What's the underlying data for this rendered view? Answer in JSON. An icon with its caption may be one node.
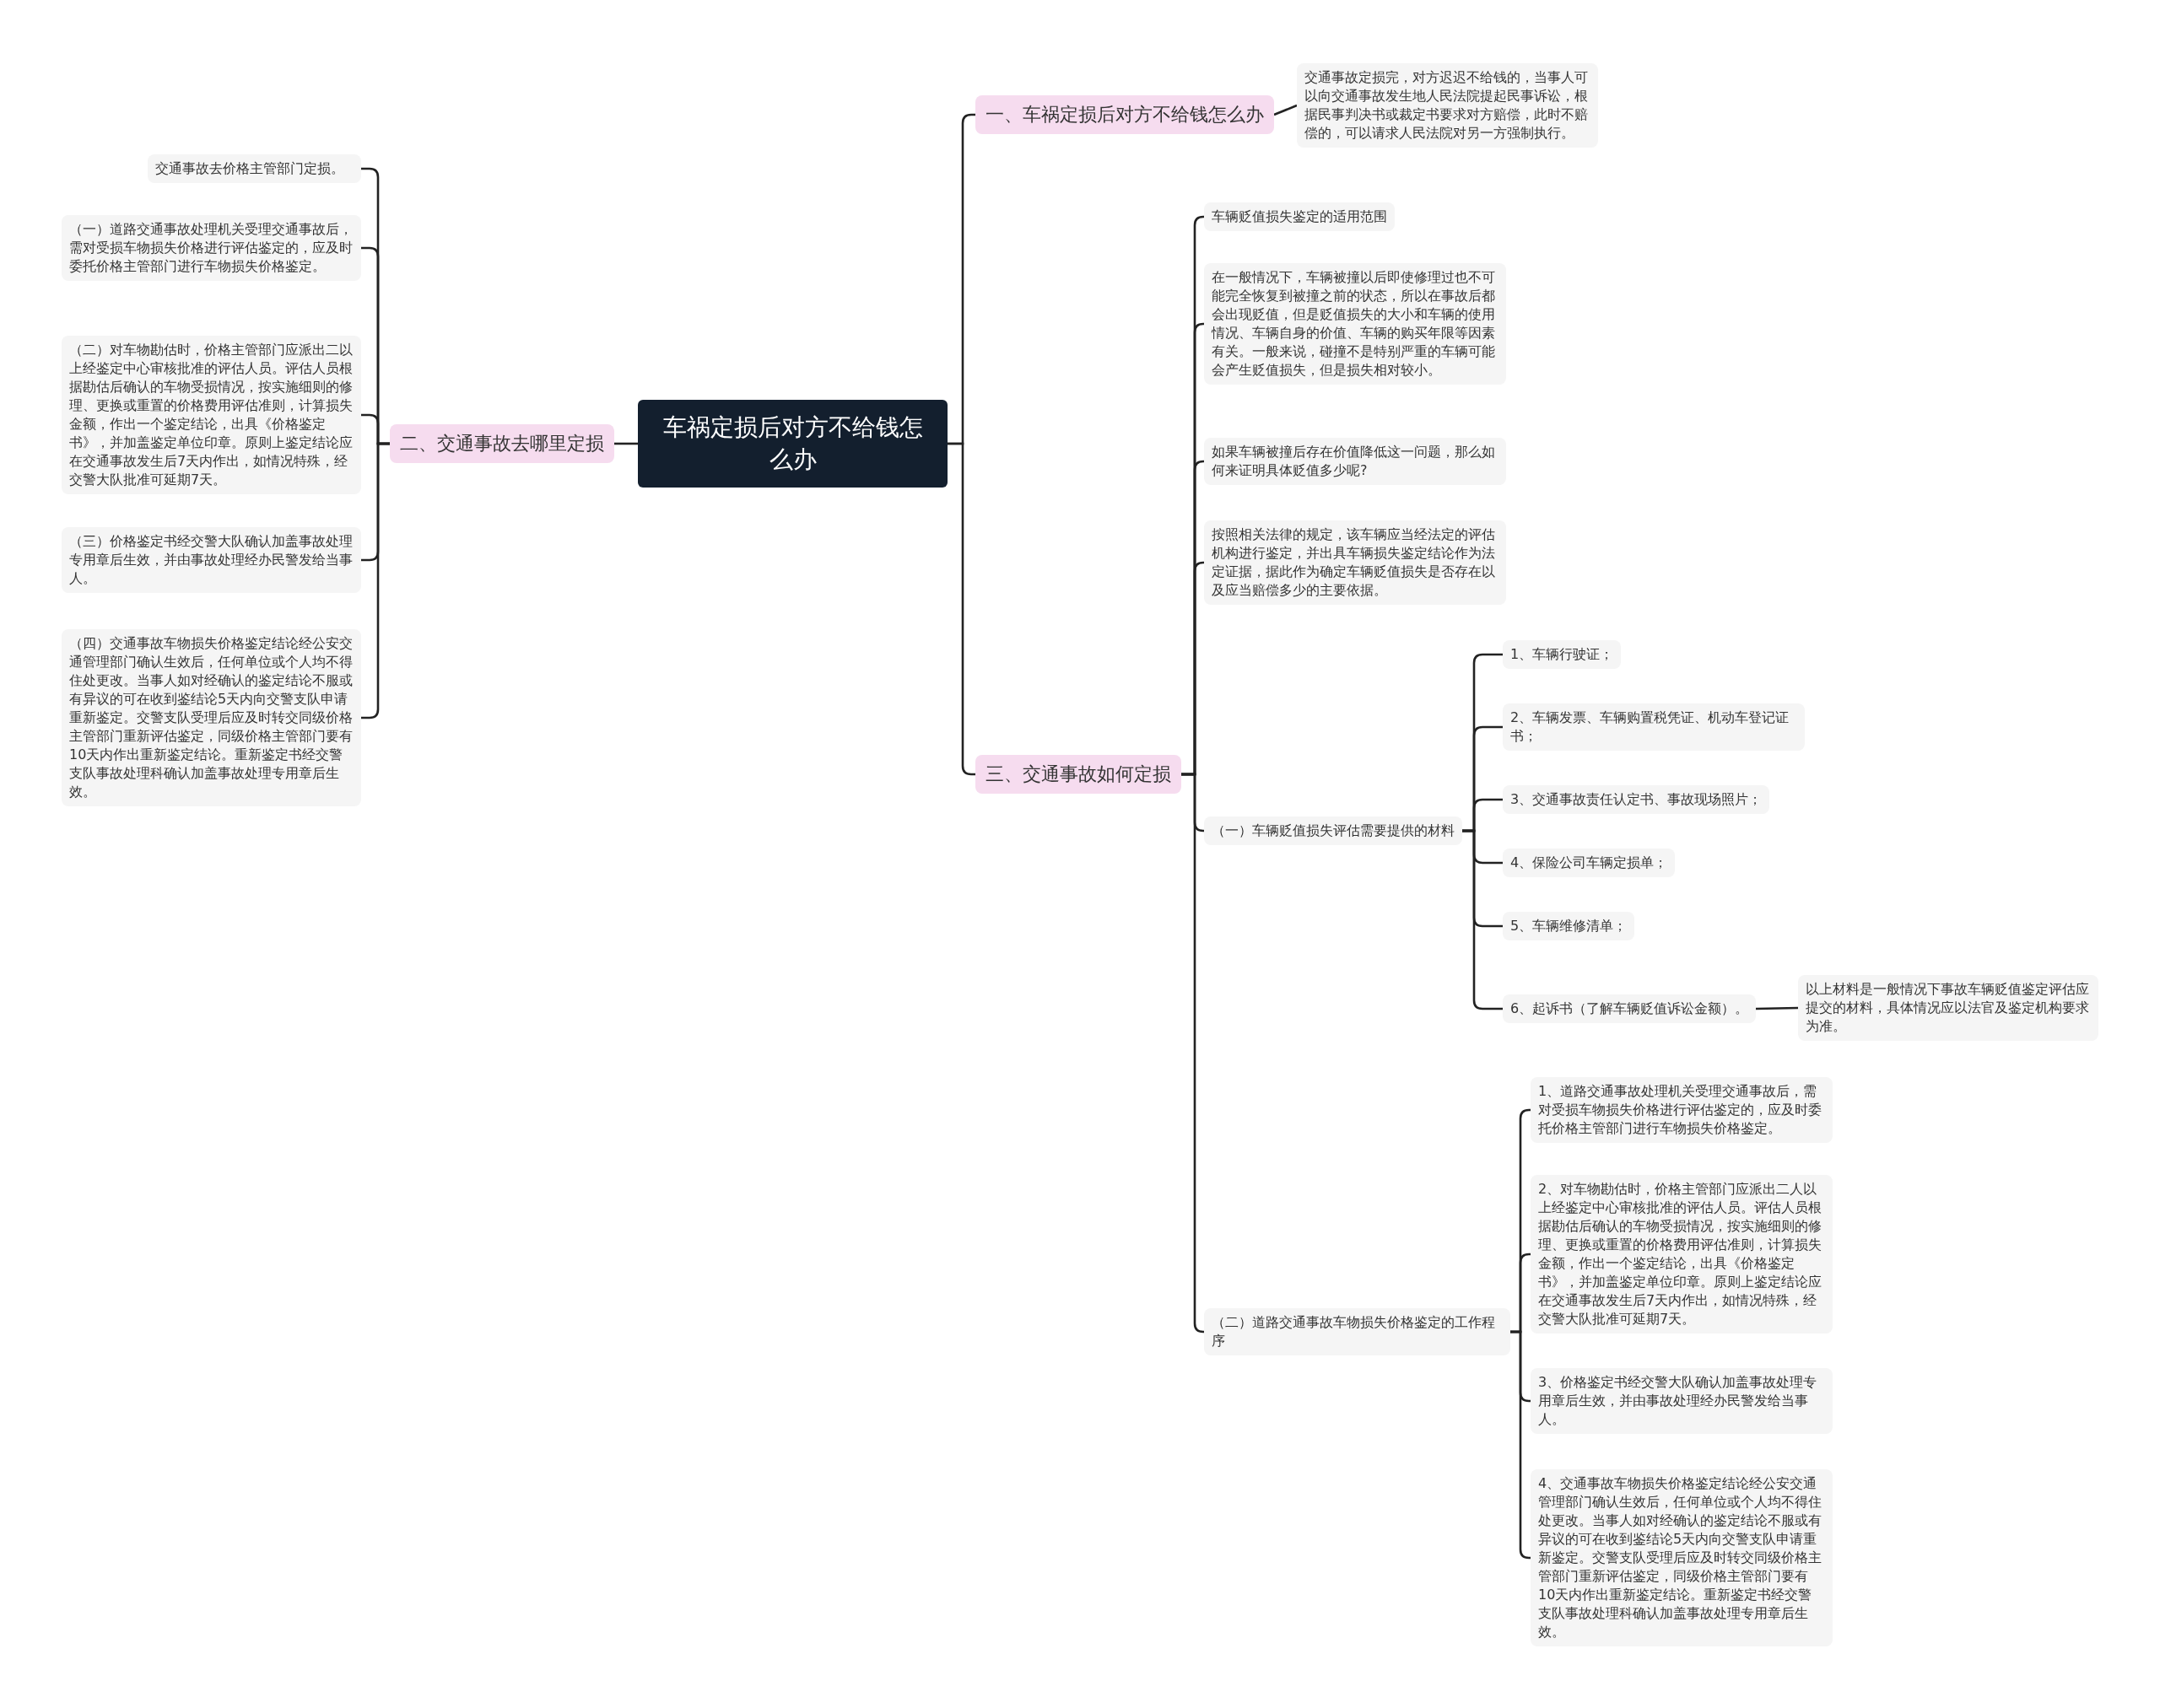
{
  "diagram": {
    "nodes": [
      {
        "text": [
          "车祸定损后对方不给钱怎么办"
        ]
      },
      {
        "text": [
          "一、车祸定损后对方不给钱怎么办"
        ]
      },
      {
        "text": [
          "交通事故定损完，对方迟迟不给钱的，当事人可以向交通事故发生地人民法院提起民事诉讼，根据民事判决书或裁定书要求对方赔偿，此时不赔偿的，可以请求人民法院对另一方强制执行。"
        ]
      },
      {
        "text": [
          "三、交通事故如何定损"
        ]
      },
      {
        "text": [
          "车辆贬值损失鉴定的适用范围"
        ]
      },
      {
        "text": [
          "在一般情况下，车辆被撞以后即使修理过也不可能完全恢复到被撞之前的状态，所以在事故后都会出现贬值，但是贬值损失的大小和车辆的使用情况、车辆自身的价值、车辆的购买年限等因素有关。一般来说，碰撞不是特别严重的车辆可能会产生贬值损失，但是损失相对较小。"
        ]
      },
      {
        "text": [
          "如果车辆被撞后存在价值降低这一问题，那么如何来证明具体贬值多少呢?"
        ]
      },
      {
        "text": [
          "按照相关法律的规定，该车辆应当经法定的评估机构进行鉴定，并出具车辆损失鉴定结论作为法定证据，据此作为确定车辆贬值损失是否存在以及应当赔偿多少的主要依据。"
        ]
      },
      {
        "text": [
          "（一）车辆贬值损失评估需要提供的材料"
        ]
      },
      {
        "text": [
          "1、车辆行驶证；"
        ]
      },
      {
        "text": [
          "2、车辆发票、车辆购置税凭证、机动车登记证书；"
        ]
      },
      {
        "text": [
          "3、交通事故责任认定书、事故现场照片；"
        ]
      },
      {
        "text": [
          "4、保险公司车辆定损单；"
        ]
      },
      {
        "text": [
          "5、车辆维修清单；"
        ]
      },
      {
        "text": [
          "6、起诉书（了解车辆贬值诉讼金额）。"
        ]
      },
      {
        "text": [
          "以上材料是一般情况下事故车辆贬值鉴定评估应提交的材料，具体情况应以法官及鉴定机构要求为准。"
        ]
      },
      {
        "text": [
          "（二）道路交通事故车物损失价格鉴定的工作程序"
        ]
      },
      {
        "text": [
          "1、道路交通事故处理机关受理交通事故后，需对受损车物损失价格进行评估鉴定的，应及时委托价格主管部门进行车物损失价格鉴定。"
        ]
      },
      {
        "text": [
          "2、对车物勘估时，价格主管部门应派出二人以上经鉴定中心审核批准的评估人员。评估人员根据勘估后确认的车物受损情况，按实施细则的修理、更换或重置的价格费用评估准则，计算损失金额，作出一个鉴定结论，出具《价格鉴定书》，并加盖鉴定单位印章。原则上鉴定结论应在交通事故发生后7天内作出，如情况特殊，经交警大队批准可延期7天。"
        ]
      },
      {
        "text": [
          "3、价格鉴定书经交警大队确认加盖事故处理专用章后生效，并由事故处理经办民警发给当事人。"
        ]
      },
      {
        "text": [
          "4、交通事故车物损失价格鉴定结论经公安交通管理部门确认生效后，任何单位或个人均不得住处更改。当事人如对经确认的鉴定结论不服或有异议的可在收到鉴结论5天内向交警支队申请重新鉴定。交警支队受理后应及时转交同级价格主管部门重新评估鉴定，同级价格主管部门要有10天内作出重新鉴定结论。重新鉴定书经交警支队事故处理科确认加盖事故处理专用章后生效。"
        ]
      },
      {
        "text": [
          "二、交通事故去哪里定损"
        ]
      },
      {
        "text": [
          "交通事故去价格主管部门定损。"
        ]
      },
      {
        "text": [
          "（一）道路交通事故处理机关受理交通事故后，需对受损车物损失价格进行评估鉴定的，应及时委托价格主管部门进行车物损失价格鉴定。"
        ]
      },
      {
        "text": [
          "（二）对车物勘估时，价格主管部门应派出二以上经鉴定中心审核批准的评估人员。评估人员根据勘估后确认的车物受损情况，按实施细则的修理、更换或重置的价格费用评估准则，计算损失金额，作出一个鉴定结论，出具《价格鉴定书》，并加盖鉴定单位印章。原则上鉴定结论应在交通事故发生后7天内作出，如情况特殊，经交警大队批准可延期7天。"
        ]
      },
      {
        "text": [
          "（三）价格鉴定书经交警大队确认加盖事故处理专用章后生效，并由事故处理经办民警发给当事人。"
        ]
      },
      {
        "text": [
          "（四）交通事故车物损失价格鉴定结论经公安交通管理部门确认生效后，任何单位或个人均不得住处更改。当事人如对经确认的鉴定结论不服或有异议的可在收到鉴结论5天内向交警支队申请重新鉴定。交警支队受理后应及时转交同级价格主管部门重新评估鉴定，同级价格主管部门要有10天内作出重新鉴定结论。重新鉴定书经交警支队事故处理科确认加盖事故处理专用章后生效。"
        ]
      }
    ],
    "edges": [
      {
        "from": 0,
        "to": 1,
        "arrow": "none"
      },
      {
        "from": 0,
        "to": 3,
        "arrow": "none"
      },
      {
        "from": 0,
        "to": 21,
        "arrow": "none"
      },
      {
        "from": 1,
        "to": 2,
        "arrow": "none"
      },
      {
        "from": 3,
        "to": 4,
        "arrow": "none"
      },
      {
        "from": 3,
        "to": 5,
        "arrow": "none"
      },
      {
        "from": 3,
        "to": 6,
        "arrow": "none"
      },
      {
        "from": 3,
        "to": 7,
        "arrow": "none"
      },
      {
        "from": 3,
        "to": 8,
        "arrow": "none"
      },
      {
        "from": 3,
        "to": 16,
        "arrow": "none"
      },
      {
        "from": 8,
        "to": 9,
        "arrow": "none"
      },
      {
        "from": 8,
        "to": 10,
        "arrow": "none"
      },
      {
        "from": 8,
        "to": 11,
        "arrow": "none"
      },
      {
        "from": 8,
        "to": 12,
        "arrow": "none"
      },
      {
        "from": 8,
        "to": 13,
        "arrow": "none"
      },
      {
        "from": 8,
        "to": 14,
        "arrow": "none"
      },
      {
        "from": 14,
        "to": 15,
        "arrow": "none"
      },
      {
        "from": 16,
        "to": 17,
        "arrow": "none"
      },
      {
        "from": 16,
        "to": 18,
        "arrow": "none"
      },
      {
        "from": 16,
        "to": 19,
        "arrow": "none"
      },
      {
        "from": 16,
        "to": 20,
        "arrow": "none"
      },
      {
        "from": 21,
        "to": 22,
        "arrow": "none"
      },
      {
        "from": 21,
        "to": 23,
        "arrow": "none"
      },
      {
        "from": 21,
        "to": 24,
        "arrow": "none"
      },
      {
        "from": 21,
        "to": 25,
        "arrow": "none"
      },
      {
        "from": 21,
        "to": 26,
        "arrow": "none"
      }
    ]
  }
}
